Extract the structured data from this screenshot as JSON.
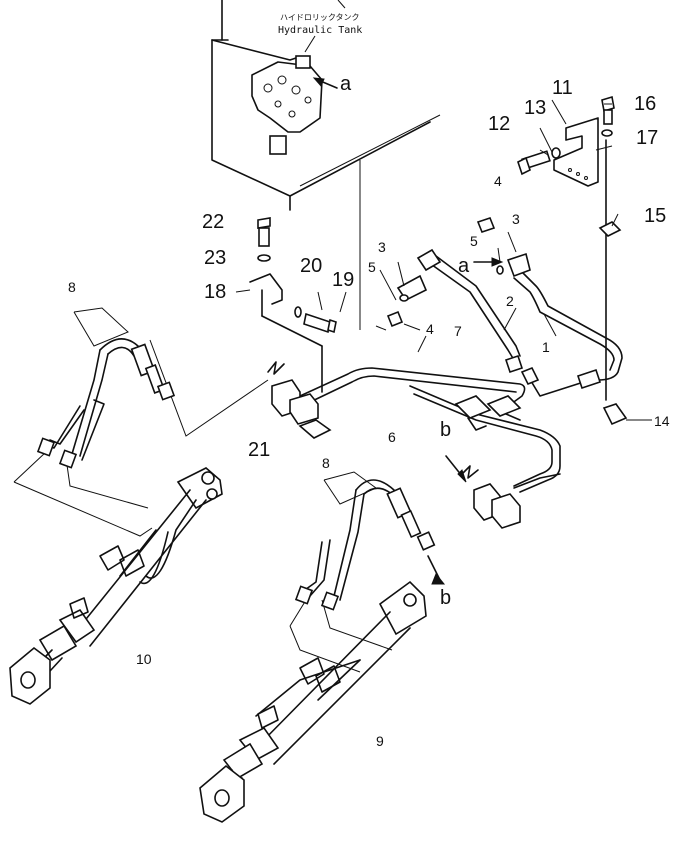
{
  "tank": {
    "label_jp": "ハイドロリックタンク",
    "label_en": "Hydraulic  Tank"
  },
  "callouts": [
    {
      "id": "1",
      "text": "1"
    },
    {
      "id": "2",
      "text": "2"
    },
    {
      "id": "3a",
      "text": "3"
    },
    {
      "id": "3b",
      "text": "3"
    },
    {
      "id": "4a",
      "text": "4"
    },
    {
      "id": "4b",
      "text": "4"
    },
    {
      "id": "5a",
      "text": "5"
    },
    {
      "id": "5b",
      "text": "5"
    },
    {
      "id": "6",
      "text": "6"
    },
    {
      "id": "7",
      "text": "7"
    },
    {
      "id": "8a",
      "text": "8"
    },
    {
      "id": "8b",
      "text": "8"
    },
    {
      "id": "9",
      "text": "9"
    },
    {
      "id": "10",
      "text": "10"
    },
    {
      "id": "11",
      "text": "11"
    },
    {
      "id": "12",
      "text": "12"
    },
    {
      "id": "13",
      "text": "13"
    },
    {
      "id": "14",
      "text": "14"
    },
    {
      "id": "15",
      "text": "15"
    },
    {
      "id": "16",
      "text": "16"
    },
    {
      "id": "17",
      "text": "17"
    },
    {
      "id": "18",
      "text": "18"
    },
    {
      "id": "19",
      "text": "19"
    },
    {
      "id": "20",
      "text": "20"
    },
    {
      "id": "21",
      "text": "21"
    },
    {
      "id": "22",
      "text": "22"
    },
    {
      "id": "23",
      "text": "23"
    }
  ],
  "connection_letters": {
    "a_tank": "a",
    "a_center": "a",
    "b_center": "b",
    "b_right": "b"
  }
}
